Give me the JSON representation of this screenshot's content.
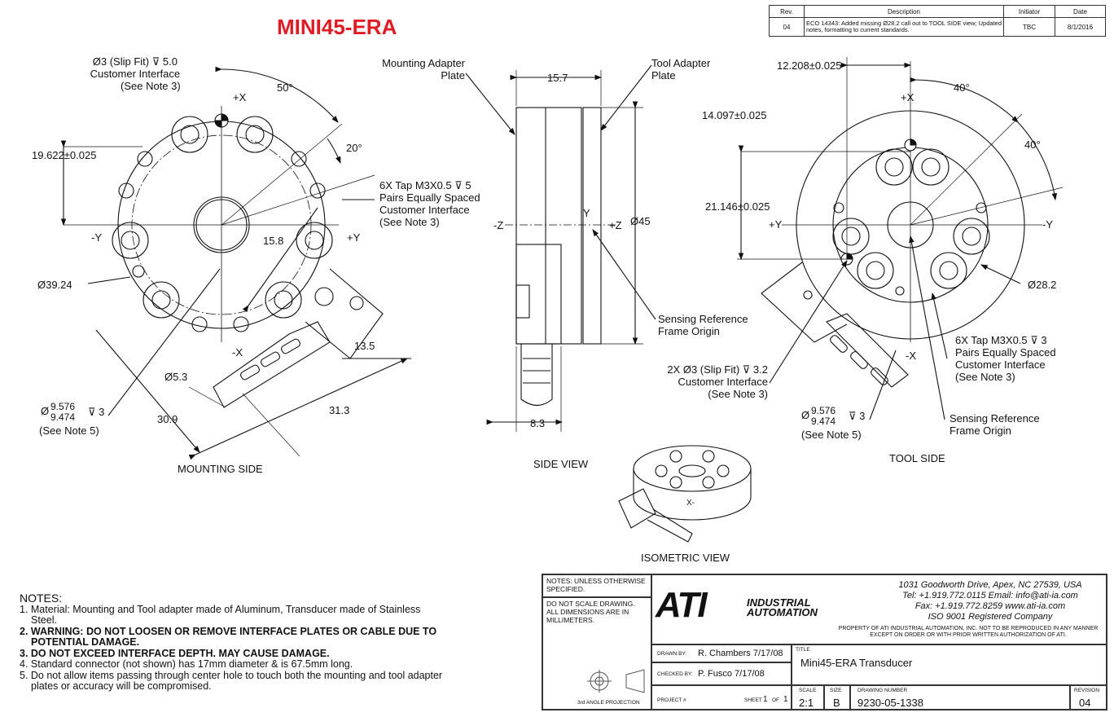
{
  "header": {
    "title": "MINI45-ERA"
  },
  "revision_table": {
    "headers": [
      "Rev.",
      "Description",
      "Initiator",
      "Date"
    ],
    "row": {
      "rev": "04",
      "description": "ECO 14343: Added missing Ø28.2 call out to TOOL SIDE view; Updated notes, formatting to current standards.",
      "initiator": "TBC",
      "date": "8/1/2016"
    }
  },
  "mounting_side": {
    "label": "MOUNTING SIDE",
    "callout_slip_fit": [
      "Ø3 (Slip Fit) ⊽ 5.0",
      "Customer Interface",
      "(See Note 3)"
    ],
    "angle_50": "50°",
    "angle_20": "20°",
    "dim_19622": "19.622±0.025",
    "callout_tap": [
      "6X Tap M3X0.5 ⊽ 5",
      "Pairs Equally Spaced",
      "Customer Interface",
      "(See Note 3)"
    ],
    "dim_158": "15.8",
    "dim_3924": "Ø39.24",
    "dim_135": "13.5",
    "dim_53": "Ø5.3",
    "dim_309": "30.9",
    "dim_313": "31.3",
    "dim_tol_top": "9.576",
    "dim_tol_bottom": "9.474",
    "dim_tol_depth": "⊽ 3",
    "dim_tol_note": "(See Note 5)",
    "axes": {
      "px": "+X",
      "nx": "-X",
      "py": "+Y",
      "ny": "-Y"
    }
  },
  "side_view": {
    "label": "SIDE VIEW",
    "mounting_adapter": [
      "Mounting Adapter",
      "Plate"
    ],
    "tool_adapter": [
      "Tool Adapter",
      "Plate"
    ],
    "dim_157": "15.7",
    "dim_45": "Ø45",
    "dim_83": "8.3",
    "sensing_ref": [
      "Sensing Reference",
      "Frame Origin"
    ],
    "axes": {
      "nz": "-Z",
      "pz": "+Z",
      "y": "Y"
    }
  },
  "tool_side": {
    "label": "TOOL  SIDE",
    "dim_12208": "12.208±0.025",
    "dim_14097": "14.097±0.025",
    "dim_21146": "21.146±0.025",
    "angle_40a": "40°",
    "angle_40b": "40°",
    "dim_282": "Ø28.2",
    "callout_tap": [
      "6X Tap M3X0.5 ⊽ 3",
      "Pairs Equally Spaced",
      "Customer Interface",
      "(See Note 3)"
    ],
    "callout_slip_fit": [
      "2X Ø3 (Slip Fit) ⊽ 3.2",
      "Customer Interface",
      "(See Note 3)"
    ],
    "dim_tol_top": "9.576",
    "dim_tol_bottom": "9.474",
    "dim_tol_depth": "⊽ 3",
    "dim_tol_note": "(See Note 5)",
    "sensing_ref": [
      "Sensing Reference",
      "Frame Origin"
    ],
    "axes": {
      "px": "+X",
      "nx": "-X",
      "py": "+Y",
      "ny": "-Y"
    }
  },
  "isometric": {
    "label": "ISOMETRIC VIEW",
    "axis": "X-"
  },
  "notes": {
    "heading": "NOTES:",
    "items": [
      "1.  Material: Mounting and Tool adapter made of Aluminum, Transducer made of Stainless Steel.",
      "2.  WARNING: DO NOT LOOSEN OR REMOVE INTERFACE PLATES OR CABLE DUE TO POTENTIAL DAMAGE.",
      "3.  DO NOT EXCEED INTERFACE DEPTH. MAY CAUSE DAMAGE.",
      "4.  Standard connector (not shown) has 17mm diameter & is 67.5mm long.",
      "5.  Do not allow items passing through center hole to touch both the mounting and tool adapter plates or accuracy will be compromised."
    ]
  },
  "title_block": {
    "notes_unless": "NOTES: UNLESS OTHERWISE SPECIFIED.",
    "do_not_scale": "DO NOT SCALE DRAWING. ALL DIMENSIONS ARE IN MILLIMETERS.",
    "projection": "3rd ANGLE PROJECTION",
    "logo_ati": "ATI",
    "logo_industrial": "INDUSTRIAL",
    "logo_automation": "AUTOMATION",
    "address": [
      "1031 Goodworth Drive, Apex, NC 27539, USA",
      "Tel: +1.919.772.0115     Email: info@ati-ia.com",
      "Fax: +1.919.772.8259     www.ati-ia.com",
      "ISO 9001 Registered Company"
    ],
    "property": "PROPERTY OF ATI INDUSTRIAL AUTOMATION, INC. NOT TO BE REPRODUCED IN ANY MANNER EXCEPT ON ORDER OR WITH PRIOR WRITTEN AUTHORIZATION OF ATI.",
    "drawn_by_label": "DRAWN BY:",
    "drawn_by": "R. Chambers 7/17/08",
    "checked_by_label": "CHECKED BY:",
    "checked_by": "P. Fusco 7/17/08",
    "title_label": "TITLE",
    "title": "Mini45-ERA Transducer",
    "project_label": "PROJECT #",
    "sheet_label": "SHEET",
    "sheet": "1",
    "of_label": "OF",
    "sheet_of": "1",
    "scale_label": "SCALE",
    "scale": "2:1",
    "size_label": "SIZE",
    "size": "B",
    "drawing_number_label": "DRAWING NUMBER",
    "drawing_number": "9230-05-1338",
    "revision_label": "REVISION",
    "revision": "04"
  }
}
